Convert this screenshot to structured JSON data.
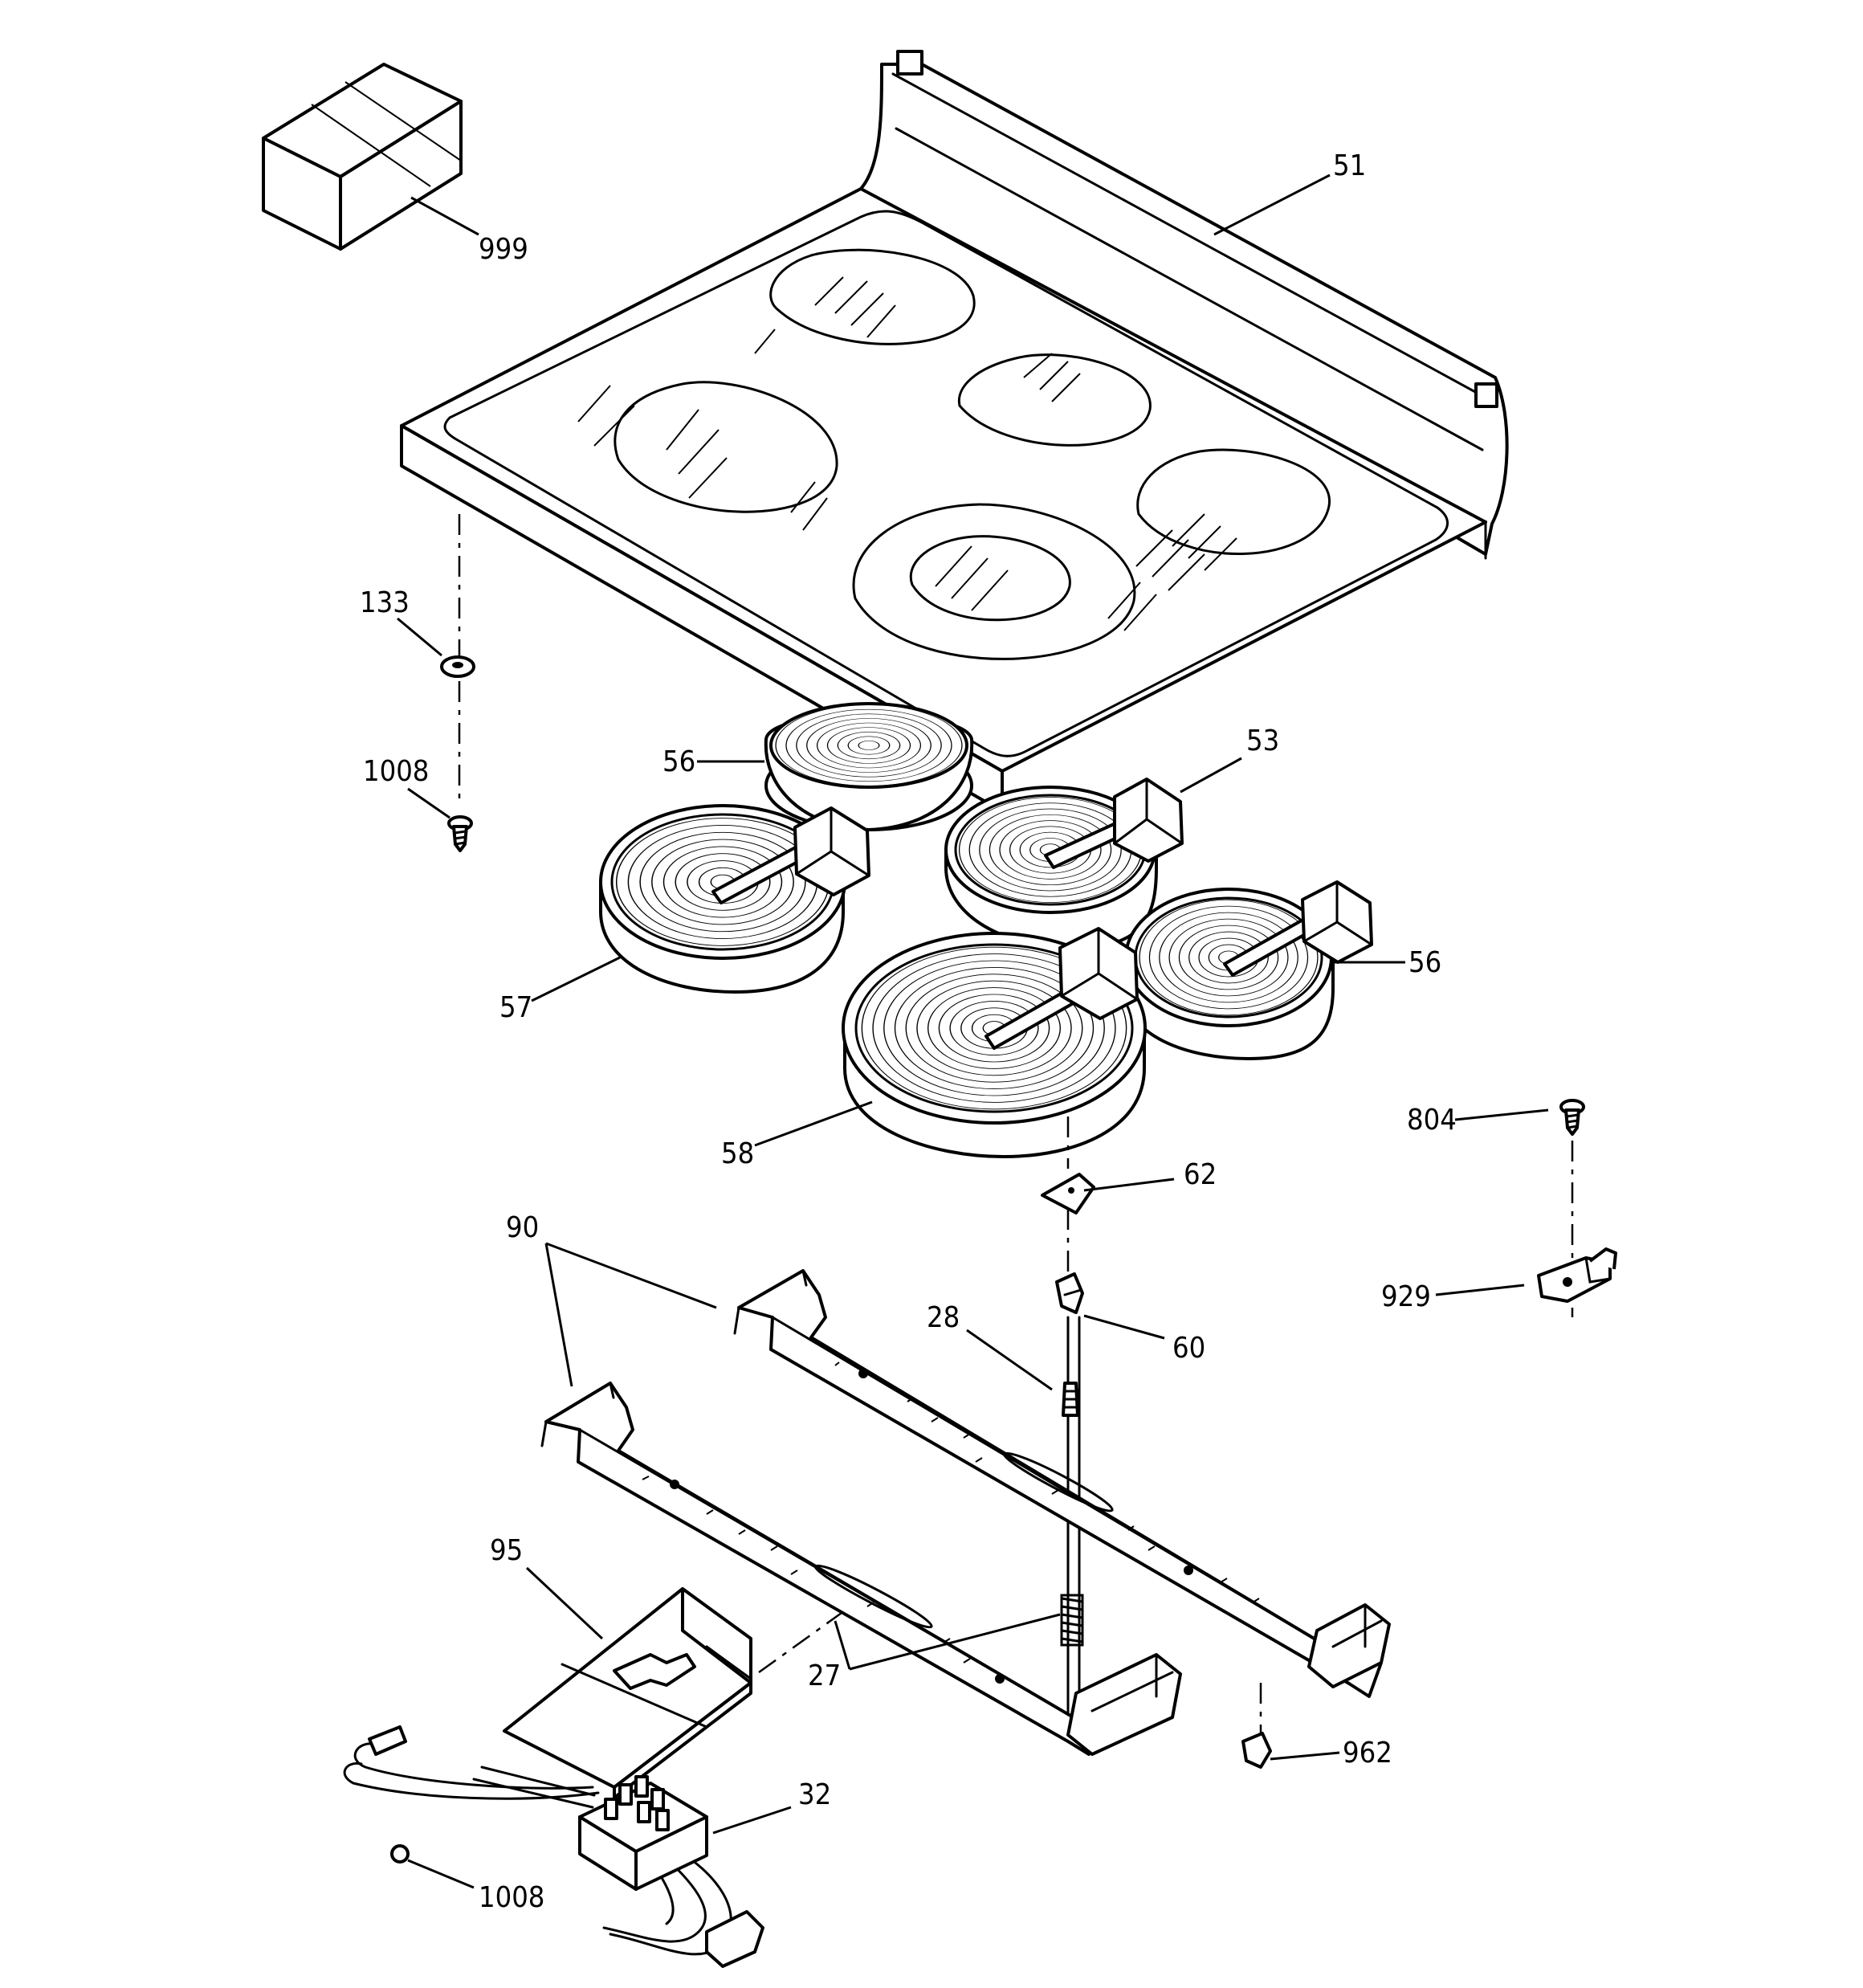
{
  "diagram": {
    "callouts": [
      {
        "id": "c-999",
        "text": "999"
      },
      {
        "id": "c-51",
        "text": "51"
      },
      {
        "id": "c-133",
        "text": "133"
      },
      {
        "id": "c-1008a",
        "text": "1008"
      },
      {
        "id": "c-56a",
        "text": "56"
      },
      {
        "id": "c-53",
        "text": "53"
      },
      {
        "id": "c-56b",
        "text": "56"
      },
      {
        "id": "c-57",
        "text": "57"
      },
      {
        "id": "c-58",
        "text": "58"
      },
      {
        "id": "c-804",
        "text": "804"
      },
      {
        "id": "c-62",
        "text": "62"
      },
      {
        "id": "c-90",
        "text": "90"
      },
      {
        "id": "c-929",
        "text": "929"
      },
      {
        "id": "c-28",
        "text": "28"
      },
      {
        "id": "c-60",
        "text": "60"
      },
      {
        "id": "c-95",
        "text": "95"
      },
      {
        "id": "c-27",
        "text": "27"
      },
      {
        "id": "c-962",
        "text": "962"
      },
      {
        "id": "c-32",
        "text": "32"
      },
      {
        "id": "c-1008b",
        "text": "1008"
      }
    ]
  }
}
